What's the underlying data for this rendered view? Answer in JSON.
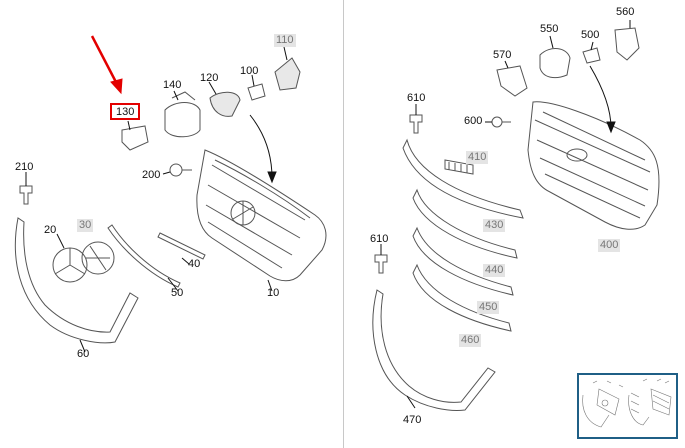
{
  "colors": {
    "line": "#555555",
    "leader": "#111111",
    "highlight": "#e30000",
    "grey_label_bg": "#e4e4e4",
    "thumbnail_border": "#1f5f86"
  },
  "left_panel": {
    "highlighted_part": "130",
    "labels": {
      "p110": "110",
      "p100": "100",
      "p120": "120",
      "p140": "140",
      "p130": "130",
      "p200": "200",
      "p210": "210",
      "p20": "20",
      "p30": "30",
      "p40": "40",
      "p50": "50",
      "p10": "10",
      "p60": "60"
    }
  },
  "right_panel": {
    "labels": {
      "p560": "560",
      "p550": "550",
      "p500": "500",
      "p570": "570",
      "p610a": "610",
      "p600": "600",
      "p410": "410",
      "p430": "430",
      "p440": "440",
      "p450": "450",
      "p460": "460",
      "p400": "400",
      "p610b": "610",
      "p470": "470"
    }
  },
  "thumbnail": {
    "icon": "overview-thumbnail-icon"
  }
}
